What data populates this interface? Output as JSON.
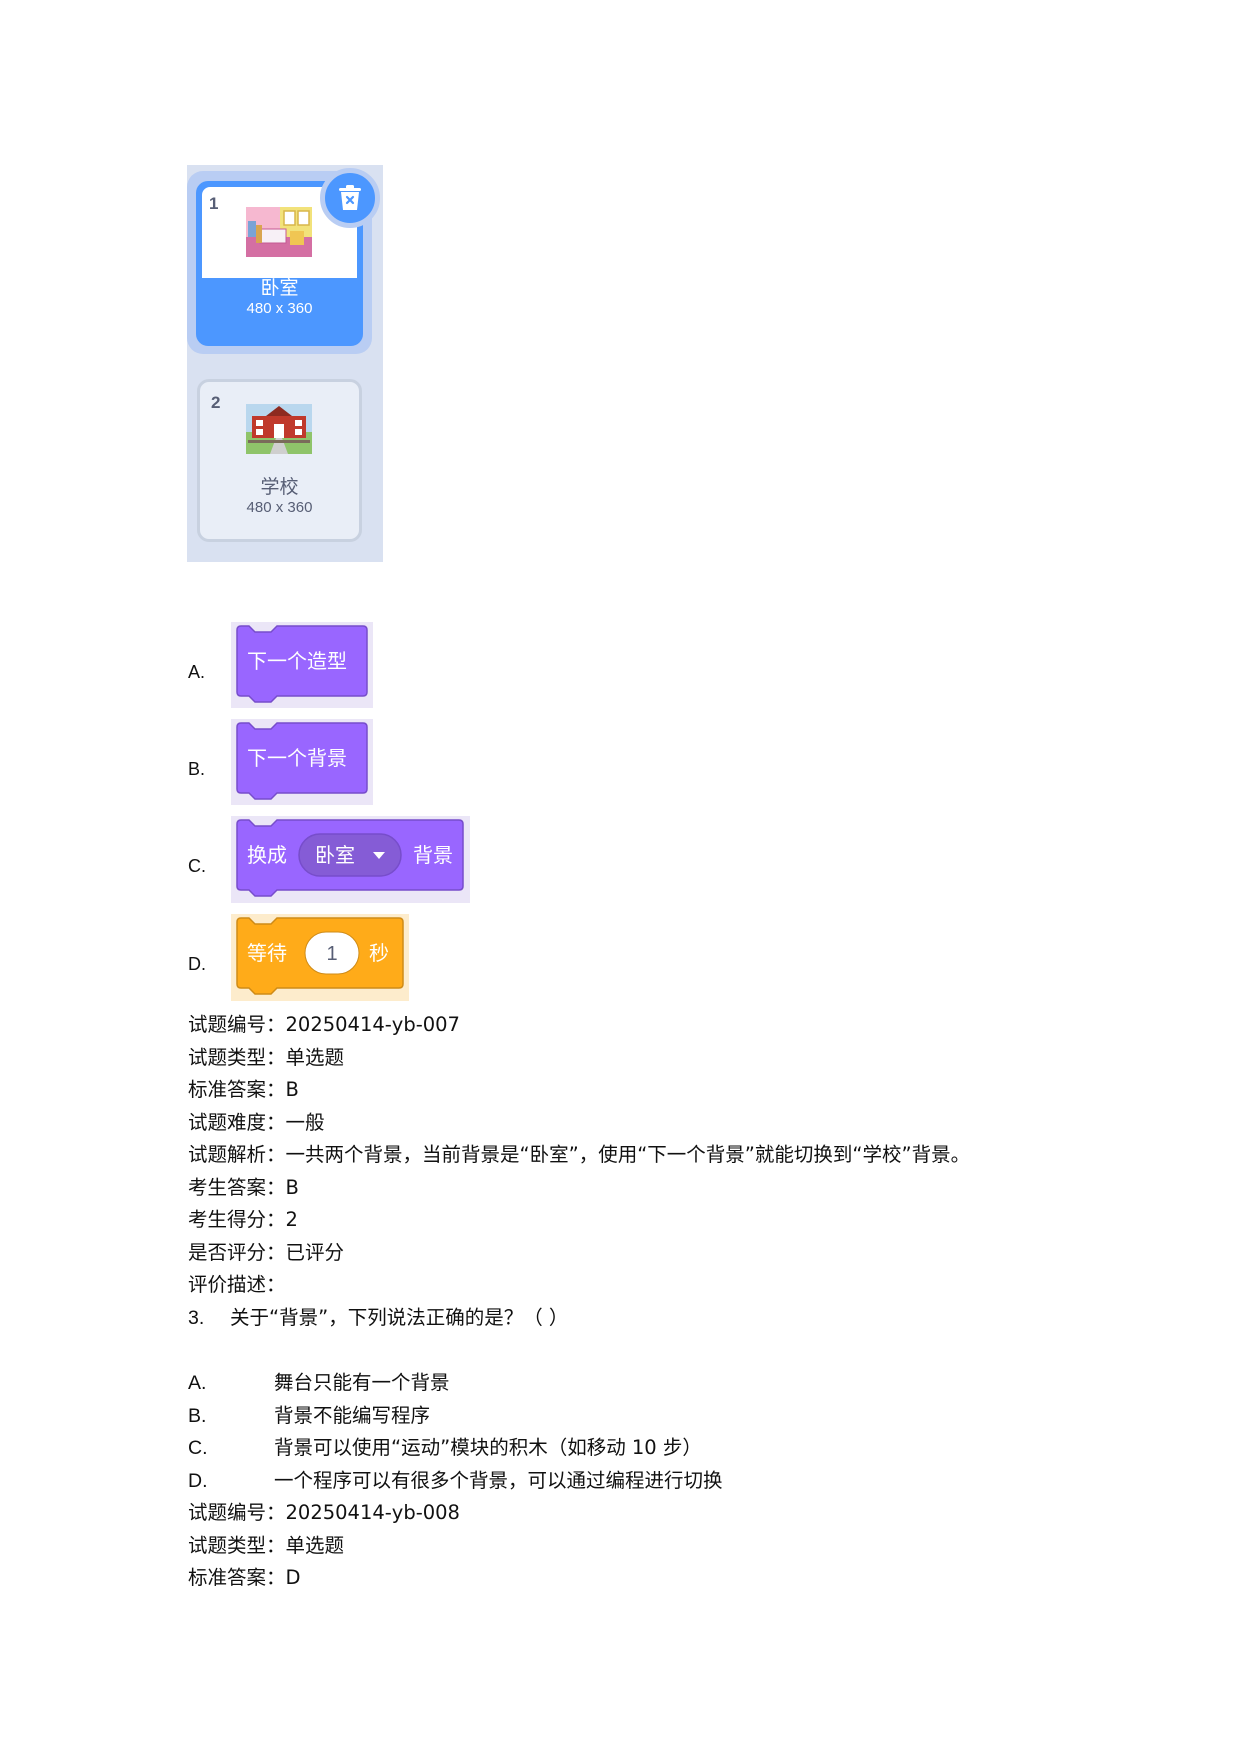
{
  "backdrops": [
    {
      "number": "1",
      "name": "卧室",
      "size": "480 x 360",
      "selected": true
    },
    {
      "number": "2",
      "name": "学校",
      "size": "480 x 360",
      "selected": false
    }
  ],
  "icons": {
    "delete": "trash-icon",
    "bedroom": "bedroom-thumbnail-icon",
    "school": "school-thumbnail-icon"
  },
  "colors": {
    "looks_block": "#9966ff",
    "control_block": "#ffab19",
    "selected_card": "#4c97ff"
  },
  "q2_options": [
    {
      "letter": "A.",
      "block_text": "下一个造型"
    },
    {
      "letter": "B.",
      "block_text": "下一个背景"
    },
    {
      "letter": "C.",
      "block_prefix": "换成",
      "block_dropdown": "卧室",
      "block_suffix": "背景"
    },
    {
      "letter": "D.",
      "block_prefix": "等待",
      "block_input": "1",
      "block_suffix": "秒"
    }
  ],
  "q2_meta": [
    "试题编号：20250414-yb-007",
    "试题类型：单选题",
    "标准答案：B",
    "试题难度：一般",
    "试题解析：一共两个背景，当前背景是“卧室”，使用“下一个背景”就能切换到“学校”背景。",
    "考生答案：B",
    "考生得分：2",
    "是否评分：已评分",
    "评价描述："
  ],
  "q3": {
    "number": "3.",
    "question": "关于“背景”，下列说法正确的是？（ ）",
    "options": [
      {
        "letter": "A.",
        "text": "舞台只能有一个背景"
      },
      {
        "letter": "B.",
        "text": "背景不能编写程序"
      },
      {
        "letter": "C.",
        "text": "背景可以使用“运动”模块的积木（如移动 10 步）"
      },
      {
        "letter": "D.",
        "text": "一个程序可以有很多个背景，可以通过编程进行切换"
      }
    ],
    "meta": [
      "试题编号：20250414-yb-008",
      "试题类型：单选题",
      "标准答案：D"
    ]
  }
}
